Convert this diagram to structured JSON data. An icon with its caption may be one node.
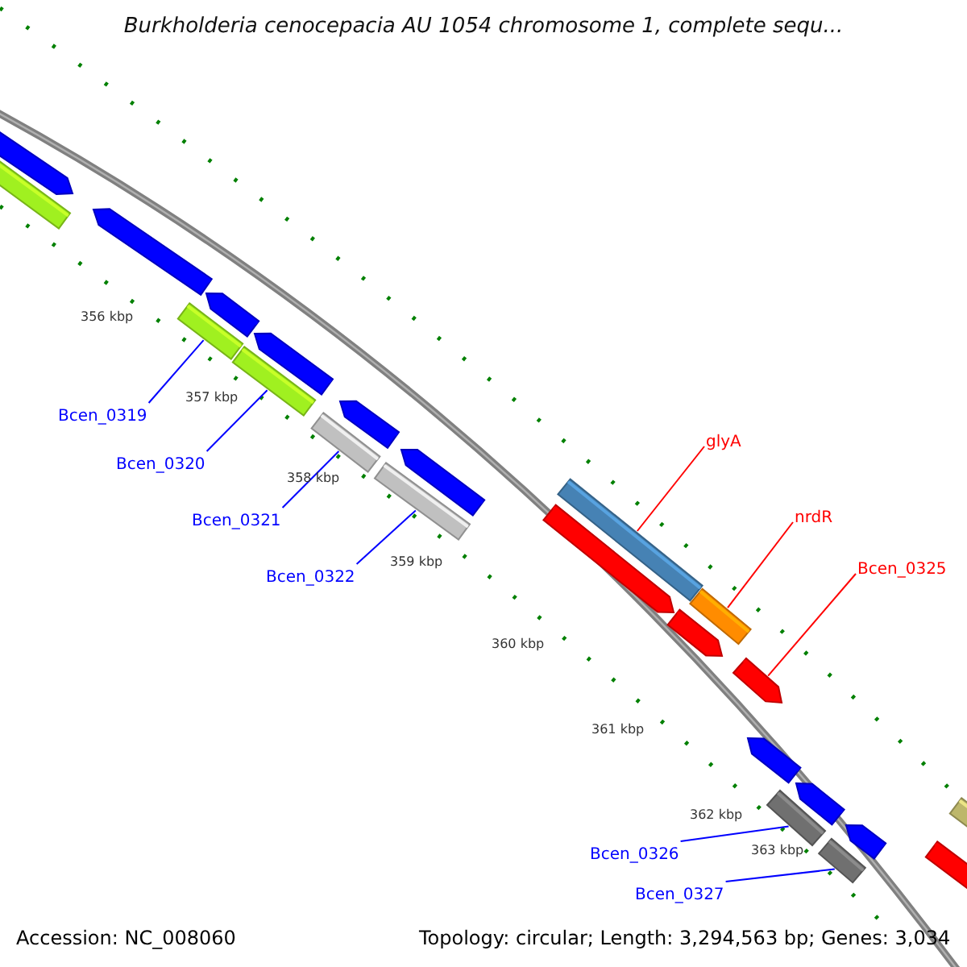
{
  "diagram": {
    "title": "Burkholderia cenocepacia AU 1054 chromosome 1, complete sequ...",
    "nodes": [
      {
        "text": [
          "Bcen_0319"
        ]
      },
      {
        "text": [],
        "shape": "bar"
      },
      {
        "text": [
          "Bcen_0320"
        ]
      },
      {
        "text": [],
        "shape": "bar"
      },
      {
        "text": [
          "Bcen_0321"
        ]
      },
      {
        "text": [],
        "shape": "bar"
      },
      {
        "text": [
          "Bcen_0322"
        ]
      },
      {
        "text": [],
        "shape": "bar"
      },
      {
        "text": [
          "glyA"
        ]
      },
      {
        "text": [],
        "shape": "bar"
      },
      {
        "text": [
          "nrdR"
        ]
      },
      {
        "text": [],
        "shape": "bar"
      },
      {
        "text": [
          "Bcen_0325"
        ]
      },
      {
        "text": [],
        "shape": "arrow"
      },
      {
        "text": [
          "Bcen_0326"
        ]
      },
      {
        "text": [],
        "shape": "bar"
      },
      {
        "text": [
          "Bcen_0327"
        ]
      },
      {
        "text": [],
        "shape": "bar"
      },
      {
        "text": [],
        "shape": "arrow"
      },
      {
        "text": [],
        "shape": "arrow"
      },
      {
        "text": [],
        "shape": "arrow"
      },
      {
        "text": [],
        "shape": "arrow"
      },
      {
        "text": [],
        "shape": "arrow"
      },
      {
        "text": [],
        "shape": "arrow"
      },
      {
        "text": [],
        "shape": "bar"
      },
      {
        "text": [],
        "shape": "arrow"
      },
      {
        "text": [],
        "shape": "arrow"
      },
      {
        "text": [],
        "shape": "arrow"
      },
      {
        "text": [],
        "shape": "arrow"
      },
      {
        "text": [],
        "shape": "arrow"
      },
      {
        "text": [],
        "shape": "bar"
      },
      {
        "text": [],
        "shape": "arrow"
      }
    ],
    "edges": [
      {
        "from": 0,
        "to": 1,
        "arrow": "none"
      },
      {
        "from": 2,
        "to": 3,
        "arrow": "none"
      },
      {
        "from": 4,
        "to": 5,
        "arrow": "none"
      },
      {
        "from": 6,
        "to": 7,
        "arrow": "none"
      },
      {
        "from": 8,
        "to": 9,
        "arrow": "none",
        "color": "#ff0000"
      },
      {
        "from": 10,
        "to": 11,
        "arrow": "none",
        "color": "#ff0000"
      },
      {
        "from": 12,
        "to": 13,
        "arrow": "none",
        "color": "#ff0000"
      },
      {
        "from": 14,
        "to": 15,
        "arrow": "none"
      },
      {
        "from": 16,
        "to": 17,
        "arrow": "none"
      }
    ],
    "labels": [
      "356 kbp",
      "357 kbp",
      "358 kbp",
      "359 kbp",
      "360 kbp",
      "361 kbp",
      "362 kbp",
      "363 kbp",
      "Accession: NC_008060",
      "Topology: circular; Length: 3,294,563 bp; Genes: 3,034"
    ]
  }
}
